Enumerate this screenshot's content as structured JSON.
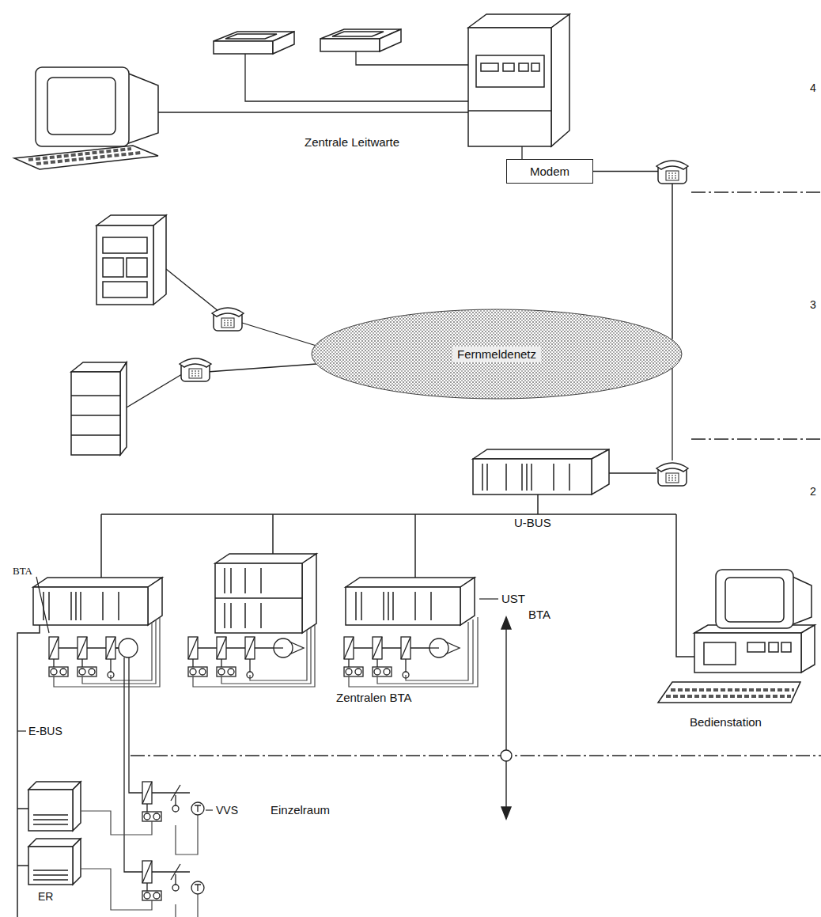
{
  "diagram": {
    "nodes": [
      {
        "text": [
          "Modem"
        ]
      },
      {
        "text": [
          "Fernmeldenetz"
        ]
      }
    ],
    "edges": [
      {
        "from": 0,
        "to": 1,
        "arrow": "none"
      }
    ],
    "labels": [
      "4",
      "3",
      "2",
      "Zentrale Leitwarte",
      "U-BUS",
      "UST",
      "BTA",
      "BTA",
      "Zentralen BTA",
      "Bedienstation",
      "E-BUS",
      "VVS",
      "Einzelraum",
      "ER"
    ]
  }
}
